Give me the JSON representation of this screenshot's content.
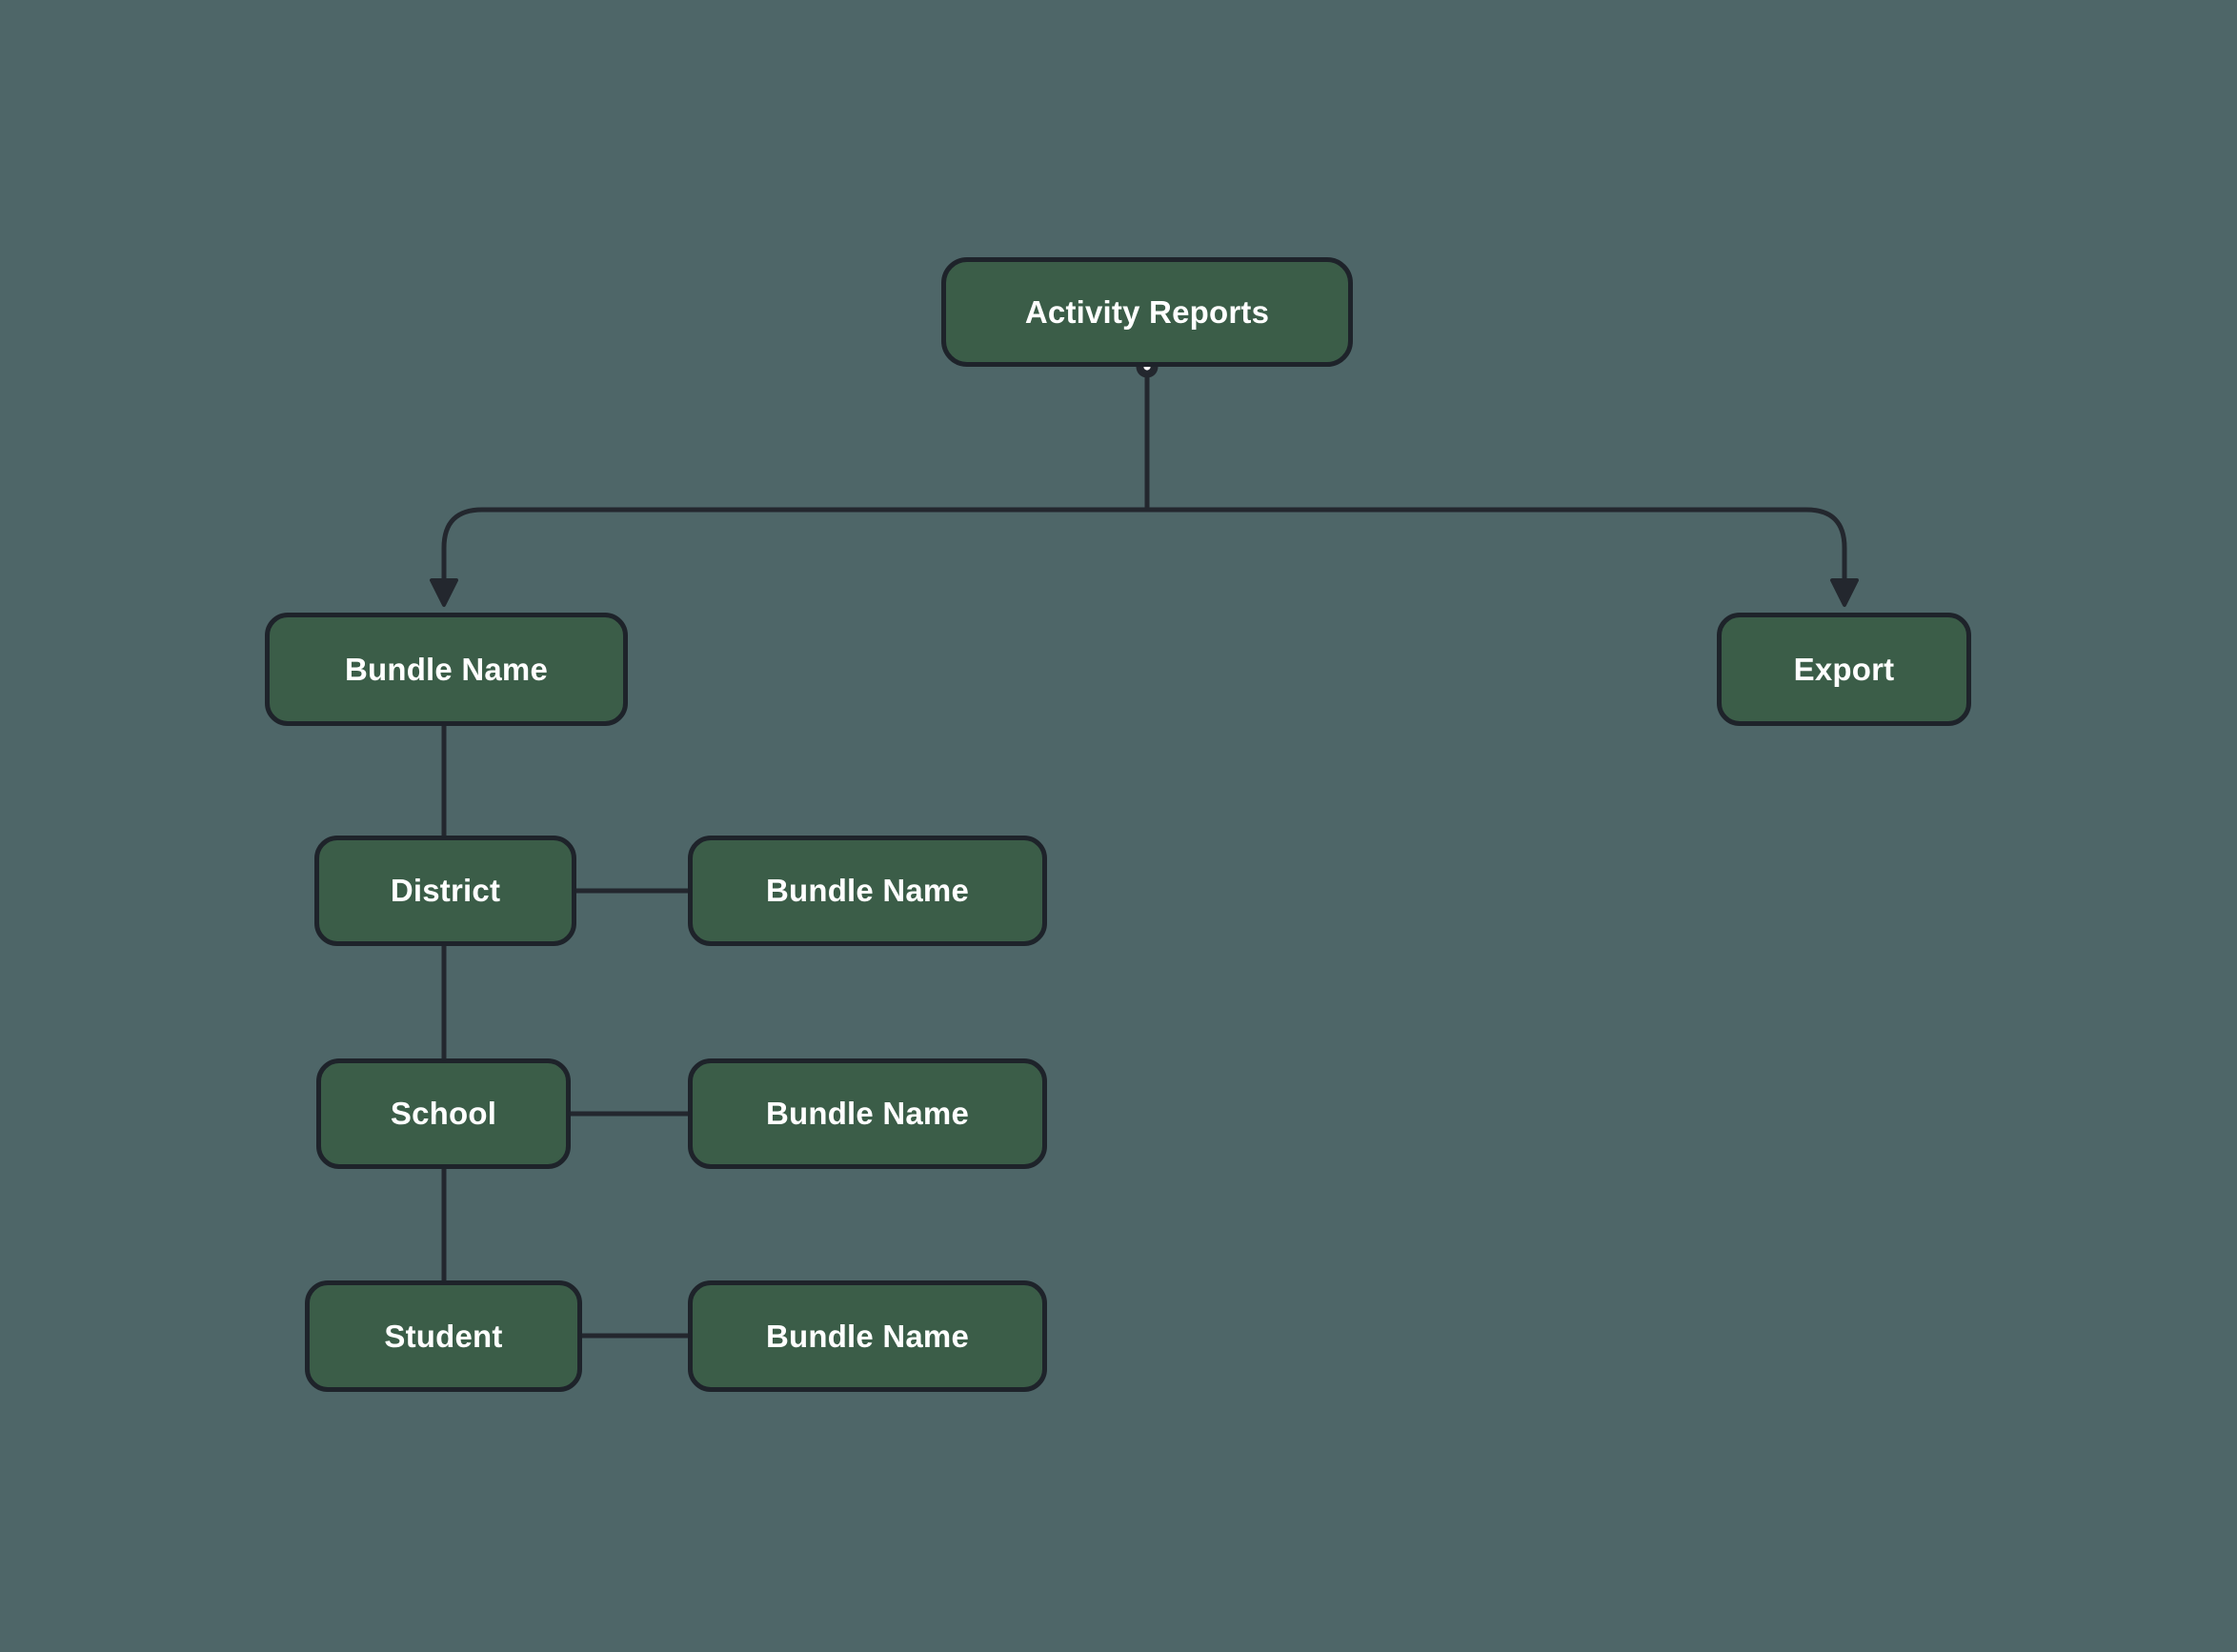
{
  "diagram": {
    "title": "Activity Reports flowchart",
    "colors": {
      "background": "#4e6668",
      "node_fill": "#3b5d48",
      "node_border": "#1e232a",
      "connector": "#23272e",
      "label_text": "#ffffff"
    },
    "nodes": {
      "activity_reports": {
        "label": "Activity Reports"
      },
      "bundle_name_root": {
        "label": "Bundle Name"
      },
      "export": {
        "label": "Export"
      },
      "district": {
        "label": "District"
      },
      "district_bundle": {
        "label": "Bundle Name"
      },
      "school": {
        "label": "School"
      },
      "school_bundle": {
        "label": "Bundle Name"
      },
      "student": {
        "label": "Student"
      },
      "student_bundle": {
        "label": "Bundle Name"
      }
    },
    "edges": [
      {
        "from": "activity_reports",
        "to": "bundle_name_root",
        "type": "arrow"
      },
      {
        "from": "activity_reports",
        "to": "export",
        "type": "arrow"
      },
      {
        "from": "bundle_name_root",
        "to": "district",
        "type": "line"
      },
      {
        "from": "district",
        "to": "school",
        "type": "line"
      },
      {
        "from": "school",
        "to": "student",
        "type": "line"
      },
      {
        "from": "district",
        "to": "district_bundle",
        "type": "line"
      },
      {
        "from": "school",
        "to": "school_bundle",
        "type": "line"
      },
      {
        "from": "student",
        "to": "student_bundle",
        "type": "line"
      }
    ]
  }
}
